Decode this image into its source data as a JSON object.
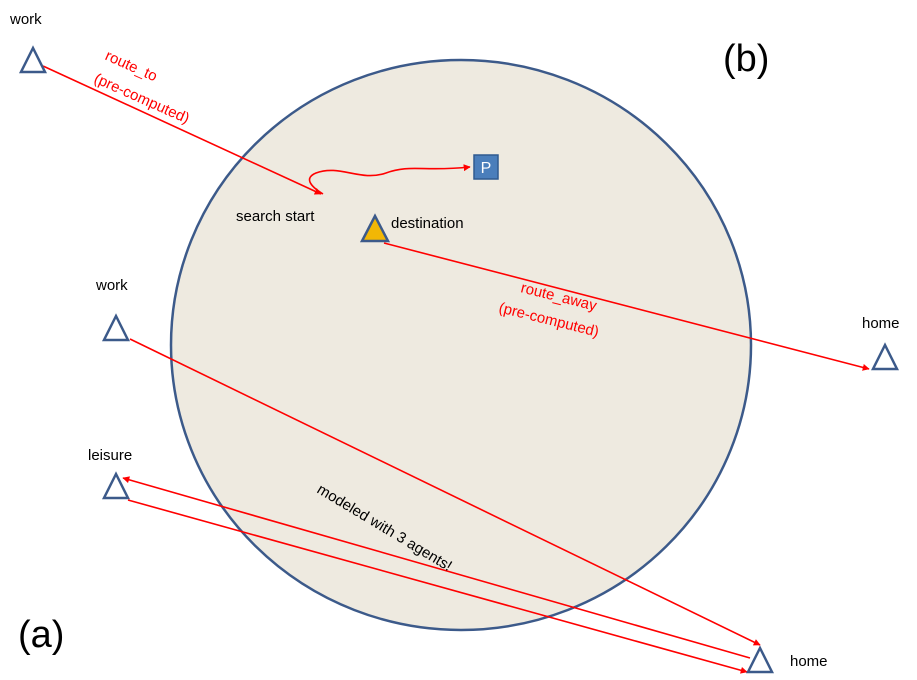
{
  "colors": {
    "circle_fill": "#eeeae0",
    "circle_stroke": "#3c5a8a",
    "route": "#ff0000",
    "node_stroke": "#3c5a8a",
    "destination_fill": "#f2b705",
    "parking_fill": "#4a7ebb"
  },
  "panel_labels": {
    "a": "(a)",
    "b": "(b)"
  },
  "nodes": {
    "work_top": "work",
    "work_mid": "work",
    "leisure": "leisure",
    "home_right": "home",
    "home_bottom": "home",
    "destination": "destination",
    "search_start": "search start",
    "parking": "P"
  },
  "routes": {
    "route_to_line1": "route_to",
    "route_to_line2": "(pre-computed)",
    "route_away_line1": "route_away",
    "route_away_line2": "(pre-computed)"
  },
  "annotation": "modeled with 3 agents!"
}
